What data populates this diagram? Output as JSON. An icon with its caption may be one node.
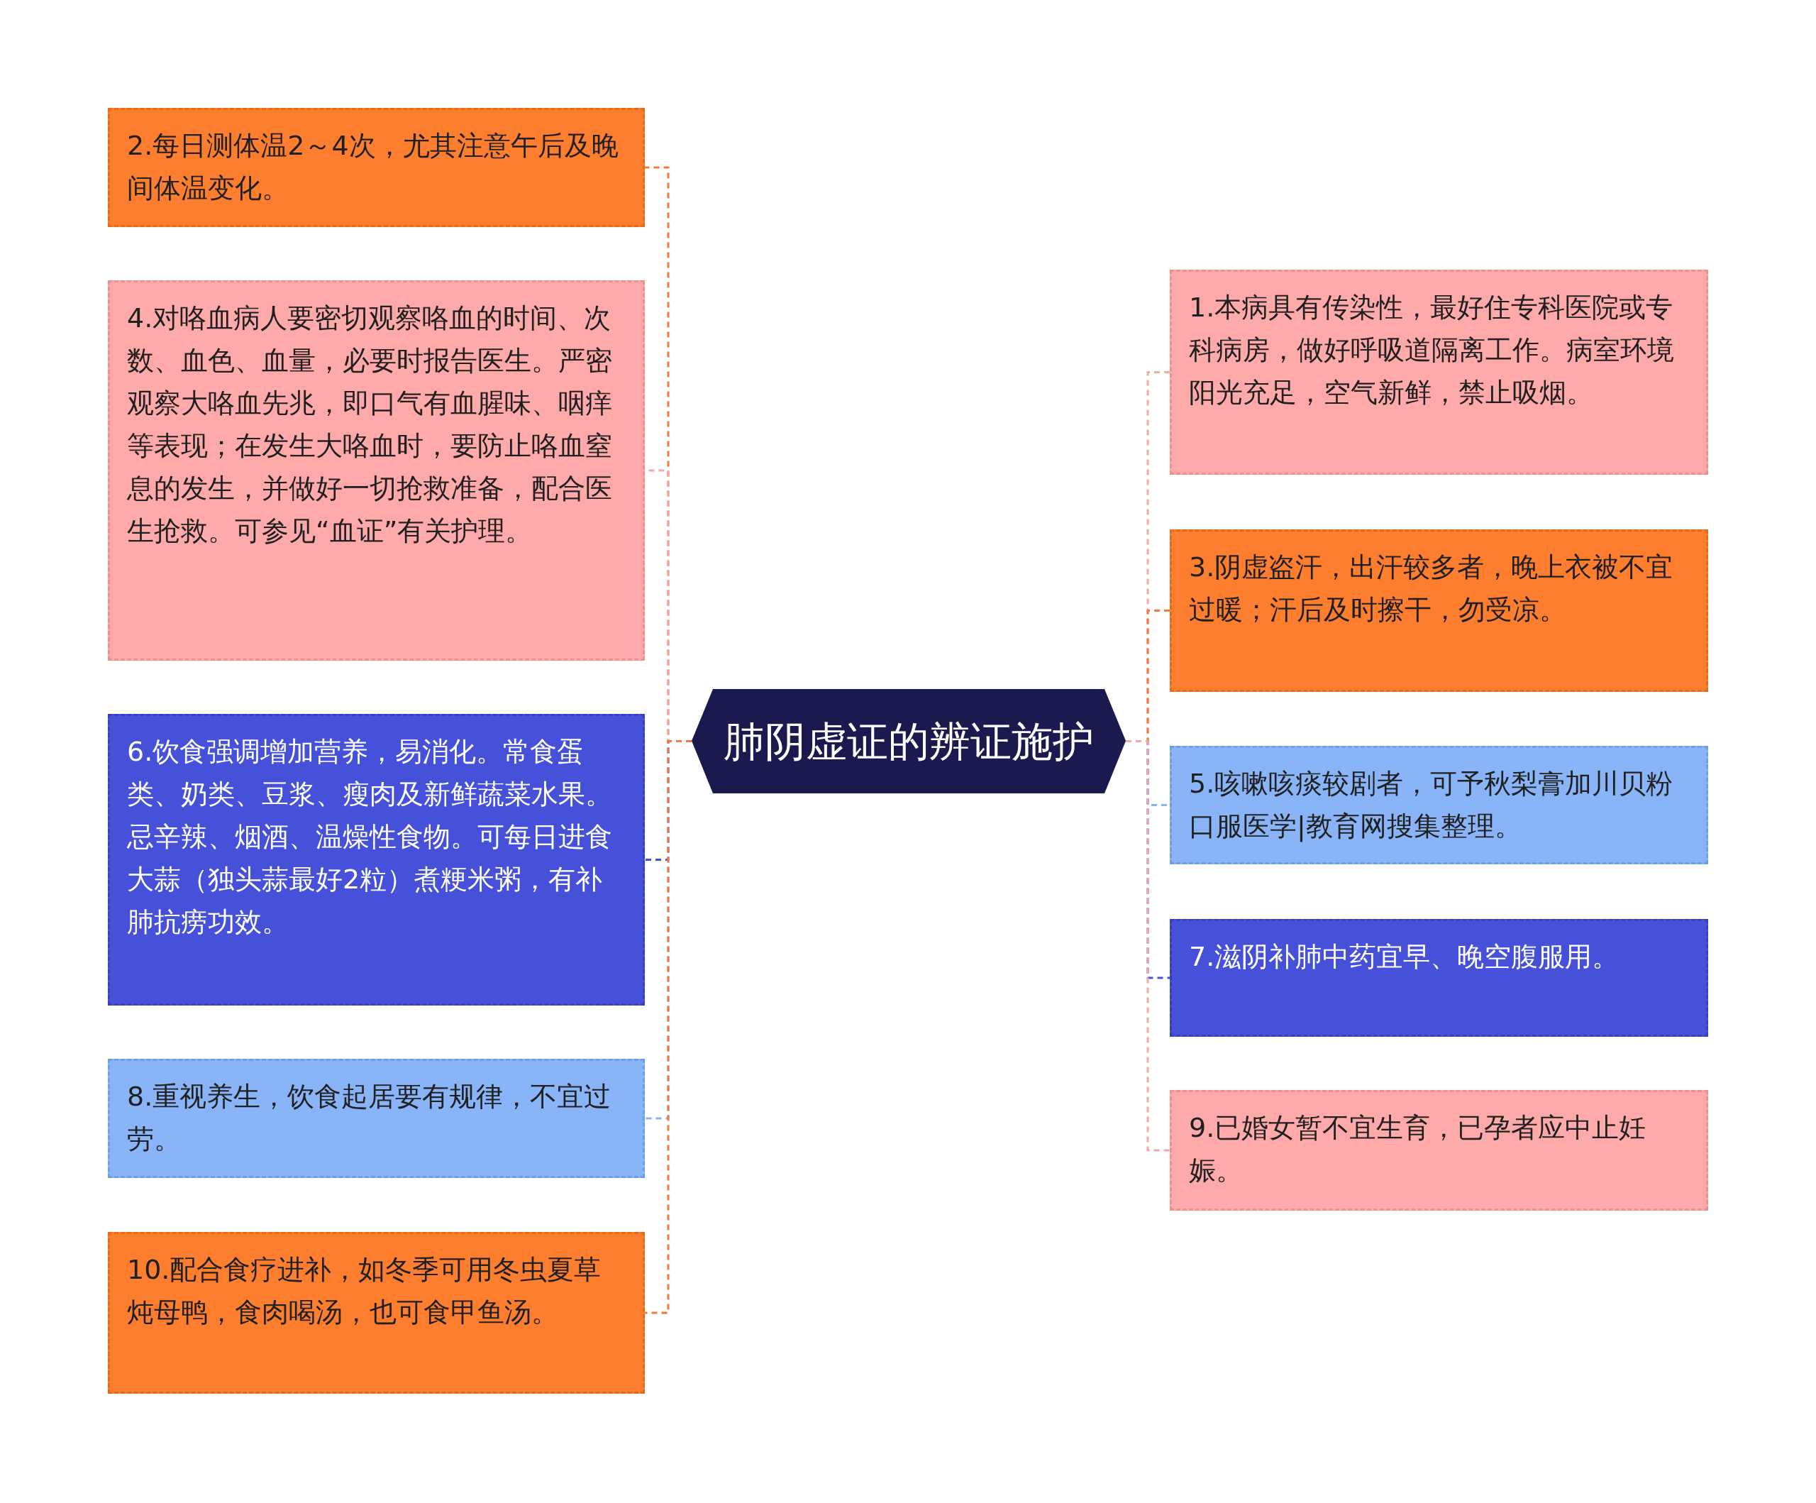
{
  "diagram": {
    "nodes": [
      {
        "text": [
          "肺阴虚证的辨证施护"
        ]
      },
      {
        "text": [
          "2.每日测体温2～4次，尤其注意午后及晚间体温变化。"
        ]
      },
      {
        "text": [
          "4.对咯血病人要密切观察咯血的时间、次数、血色、血量，必要时报告医生。严密观察大咯血先兆，即口气有血腥味、咽痒等表现；在发生大咯血时，要防止咯血窒息的发生，并做好一切抢救准备，配合医生抢救。可参见“血证”有关护理。"
        ]
      },
      {
        "text": [
          "6.饮食强调增加营养，易消化。常食蛋类、奶类、豆浆、瘦肉及新鲜蔬菜水果。忌辛辣、烟酒、温燥性食物。可每日进食大蒜（独头蒜最好2粒）煮粳米粥，有补肺抗痨功效。"
        ]
      },
      {
        "text": [
          "8.重视养生，饮食起居要有规律，不宜过劳。"
        ]
      },
      {
        "text": [
          "10.配合食疗进补，如冬季可用冬虫夏草炖母鸭，食肉喝汤，也可食甲鱼汤。"
        ]
      },
      {
        "text": [
          "1.本病具有传染性，最好住专科医院或专科病房，做好呼吸道隔离工作。病室环境阳光充足，空气新鲜，禁止吸烟。"
        ]
      },
      {
        "text": [
          "3.阴虚盗汗，出汗较多者，晚上衣被不宜过暖；汗后及时擦干，勿受凉。"
        ]
      },
      {
        "text": [
          "5.咳嗽咳痰较剧者，可予秋梨膏加川贝粉口服医学|教育网搜集整理。"
        ]
      },
      {
        "text": [
          "7.滋阴补肺中药宜早、晚空腹服用。"
        ]
      },
      {
        "text": [
          "9.已婚女暂不宜生育，已孕者应中止妊娠。"
        ]
      }
    ],
    "edges": [
      {
        "from": 0,
        "to": 1,
        "arrow": "none",
        "style": "dashed",
        "color": "#f07a3a"
      },
      {
        "from": 0,
        "to": 2,
        "arrow": "none",
        "style": "dashed",
        "color": "#f4a9a9"
      },
      {
        "from": 0,
        "to": 3,
        "arrow": "none",
        "style": "dashed",
        "color": "#4650d8"
      },
      {
        "from": 0,
        "to": 4,
        "arrow": "none",
        "style": "dashed",
        "color": "#8ab4f8"
      },
      {
        "from": 0,
        "to": 5,
        "arrow": "none",
        "style": "dashed",
        "color": "#f07a3a"
      },
      {
        "from": 0,
        "to": 6,
        "arrow": "none",
        "style": "dashed",
        "color": "#f4a9a9"
      },
      {
        "from": 0,
        "to": 7,
        "arrow": "none",
        "style": "dashed",
        "color": "#f07a3a"
      },
      {
        "from": 0,
        "to": 8,
        "arrow": "none",
        "style": "dashed",
        "color": "#8ab4f8"
      },
      {
        "from": 0,
        "to": 9,
        "arrow": "none",
        "style": "dashed",
        "color": "#4650d8"
      },
      {
        "from": 0,
        "to": 10,
        "arrow": "none",
        "style": "dashed",
        "color": "#f4a9a9"
      }
    ]
  }
}
